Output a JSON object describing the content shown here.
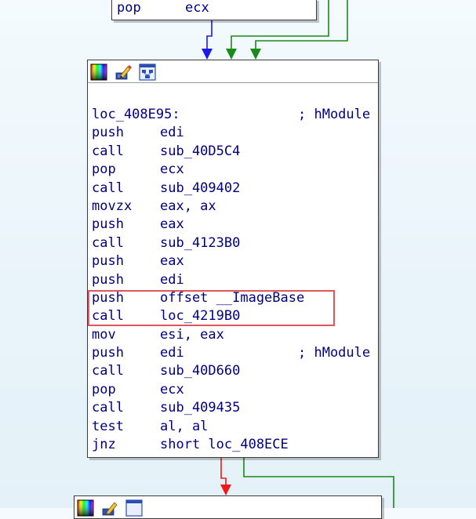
{
  "colors": {
    "edge_unconditional": "#1a1aee",
    "edge_true": "#1a8a1a",
    "edge_false": "#ee1a1a",
    "highlight": "#e0575a",
    "code_text": "#000080"
  },
  "node_titlebar": {
    "icons": [
      "color-palette-icon",
      "edit-pencil-icon",
      "graph-overview-icon"
    ]
  },
  "top_block": {
    "lines": [
      {
        "mnemonic": "pop",
        "operand": "ecx"
      }
    ]
  },
  "main_block": {
    "label": "loc_408E95:",
    "label_comment": "; hModule",
    "lines": [
      {
        "mnemonic": "push",
        "operand": "edi",
        "comment": ""
      },
      {
        "mnemonic": "call",
        "operand": "sub_40D5C4",
        "comment": ""
      },
      {
        "mnemonic": "pop",
        "operand": "ecx",
        "comment": ""
      },
      {
        "mnemonic": "call",
        "operand": "sub_409402",
        "comment": ""
      },
      {
        "mnemonic": "movzx",
        "operand": "eax, ax",
        "comment": ""
      },
      {
        "mnemonic": "push",
        "operand": "eax",
        "comment": ""
      },
      {
        "mnemonic": "call",
        "operand": "sub_4123B0",
        "comment": ""
      },
      {
        "mnemonic": "push",
        "operand": "eax",
        "comment": ""
      },
      {
        "mnemonic": "push",
        "operand": "edi",
        "comment": ""
      },
      {
        "mnemonic": "push",
        "operand": "offset __ImageBase",
        "comment": ""
      },
      {
        "mnemonic": "call",
        "operand": "loc_4219B0",
        "comment": ""
      },
      {
        "mnemonic": "mov",
        "operand": "esi, eax",
        "comment": ""
      },
      {
        "mnemonic": "push",
        "operand": "edi",
        "comment": "; hModule"
      },
      {
        "mnemonic": "call",
        "operand": "sub_40D660",
        "comment": ""
      },
      {
        "mnemonic": "pop",
        "operand": "ecx",
        "comment": ""
      },
      {
        "mnemonic": "call",
        "operand": "sub_409435",
        "comment": ""
      },
      {
        "mnemonic": "test",
        "operand": "al, al",
        "comment": ""
      },
      {
        "mnemonic": "jnz",
        "operand": "short loc_408ECE",
        "comment": ""
      }
    ]
  }
}
